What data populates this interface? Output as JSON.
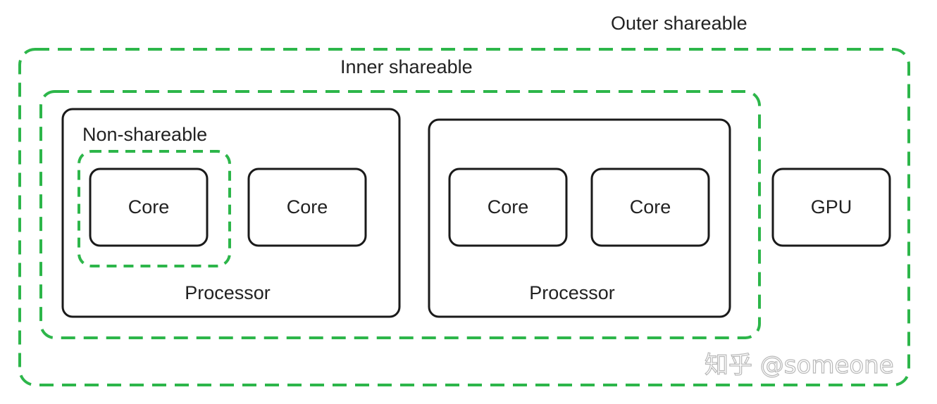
{
  "diagram": {
    "domains": {
      "outer": "Outer shareable",
      "inner": "Inner shareable",
      "non": "Non-shareable"
    },
    "processors": [
      {
        "label": "Processor",
        "cores": [
          "Core",
          "Core"
        ]
      },
      {
        "label": "Processor",
        "cores": [
          "Core",
          "Core"
        ]
      }
    ],
    "gpu": "GPU"
  },
  "watermark": "知乎 @someone",
  "colors": {
    "domain_border": "#2db64a",
    "box_border": "#1a1a1a",
    "text": "#222222",
    "background": "#ffffff"
  }
}
